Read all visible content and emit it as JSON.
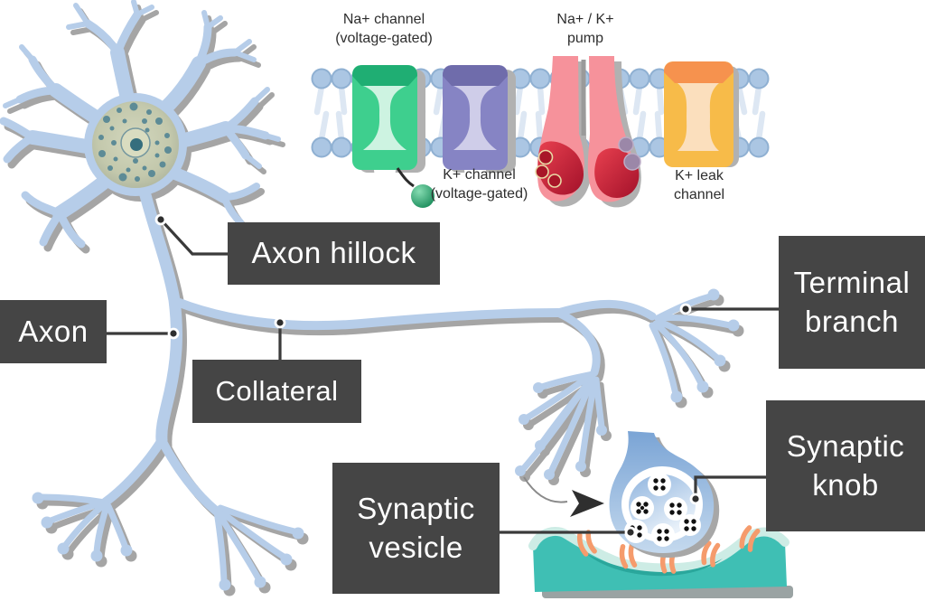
{
  "diagram_title": "Neuron with axon, membrane channels and synapse",
  "inset": {
    "na_channel_label": {
      "line1": "Na+ channel",
      "line2": "(voltage-gated)"
    },
    "pump_label": {
      "line1": "Na+ / K+",
      "line2": "pump"
    },
    "k_channel_label": {
      "line1": "K+ channel",
      "line2": "(voltage-gated)"
    },
    "leak_channel_label": {
      "line1": "K+ leak",
      "line2": "channel"
    }
  },
  "labels": {
    "axon_hillock": "Axon hillock",
    "axon": "Axon",
    "collateral": "Collateral",
    "terminal_branch": {
      "line1": "Terminal",
      "line2": "branch"
    },
    "synaptic_vesicle": {
      "line1": "Synaptic",
      "line2": "vesicle"
    },
    "synaptic_knob": {
      "line1": "Synaptic",
      "line2": "knob"
    }
  },
  "colors": {
    "label_box_bg": "#454545",
    "label_text": "#ffffff",
    "inset_text": "#2e2e2e",
    "neuron_blue": "#b6cde9",
    "neuron_shadow": "#a5a5a5",
    "soma_center": "#c6cbb0",
    "nissl_dot": "#5d8b96",
    "nucleus_fill": "#d9dcc0",
    "nucleolus": "#356e7d",
    "lipid_head": "#abc6e3",
    "lipid_head_stroke": "#8fb0d2",
    "lipid_tail": "#dde7f3",
    "na_channel_green": "#3ecf8e",
    "na_channel_cap": "#1fae73",
    "na_channel_pore": "#cdf3e1",
    "k_channel_purple": "#8684c4",
    "k_channel_cap": "#6f6cab",
    "k_channel_pore": "#cfcde9",
    "pump_salmon": "#f6929b",
    "pump_dark_red": "#c92136",
    "leak_channel_body": "#f7bb49",
    "leak_channel_cap": "#f6924e",
    "leak_channel_pore": "#fbdfbd",
    "knob_blue": "#7fa6d6",
    "vesicle_dot": "#111111",
    "postsynaptic_teal": "#3fbfb4",
    "postsynaptic_light": "#cdece5",
    "receptor_orange": "#f59b6c",
    "leader_line": "#3a3a3a"
  }
}
